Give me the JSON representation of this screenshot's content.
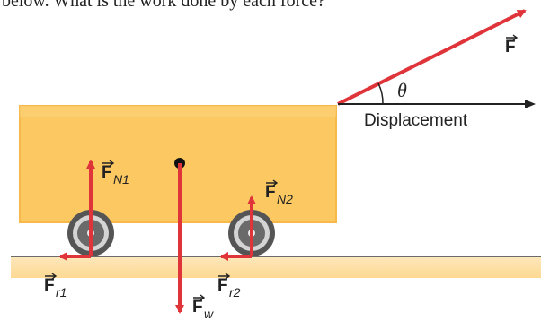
{
  "question_fragment": "below. What is the work done by each force?",
  "labels": {
    "force_applied": {
      "main": "F"
    },
    "normal_1": {
      "main": "F",
      "sub": "N1"
    },
    "normal_2": {
      "main": "F",
      "sub": "N2"
    },
    "friction_1": {
      "main": "F",
      "sub": "r1"
    },
    "friction_2": {
      "main": "F",
      "sub": "r2"
    },
    "weight": {
      "main": "F",
      "sub": "w"
    },
    "angle": "θ",
    "displacement": "Displacement"
  },
  "colors": {
    "arrow": "#e0343b",
    "arrow_dark": "#c61f2a",
    "box_fill": "#fcc862",
    "box_edge": "#f6b94a",
    "ground_fill": "#fde4b4",
    "ground_line": "#6b6b6b",
    "wheel_outer": "#555555",
    "wheel_ring": "#cfcfcf",
    "text": "#222222"
  }
}
